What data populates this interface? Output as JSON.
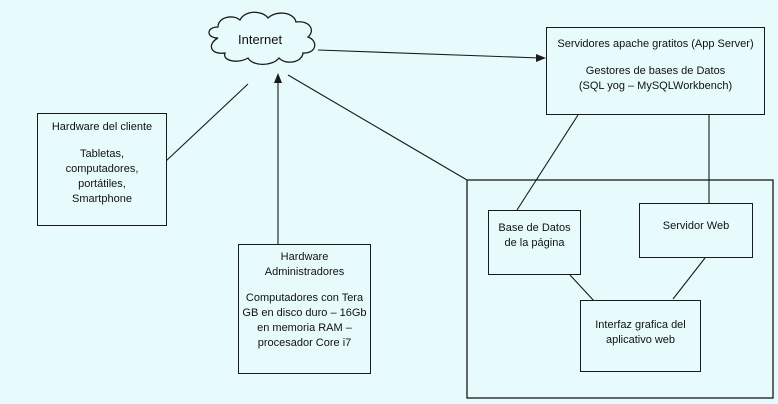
{
  "internet": {
    "label": "Internet"
  },
  "client": {
    "title": "Hardware del cliente",
    "lines": [
      "Tabletas,",
      "computadores,",
      "portátiles,",
      "Smartphone"
    ]
  },
  "servers": {
    "title": "Servidores apache gratitos (App Server)",
    "line1": "Gestores de bases de Datos",
    "line2": "(SQL yog – MySQLWorkbench)"
  },
  "admin": {
    "title1": "Hardware",
    "title2": "Administradores",
    "lines": [
      "Computadores  con Tera",
      "GB en disco duro – 16Gb",
      "en memoria RAM –",
      "procesador Core i7"
    ]
  },
  "database": {
    "line1": "Base de Datos",
    "line2": "de la página"
  },
  "webserver": {
    "label": "Servidor Web"
  },
  "interface": {
    "line1": "Interfaz grafica del",
    "line2": "aplicativo web"
  },
  "colors": {
    "background": "#e8fbfc",
    "stroke": "#1a1a1a"
  }
}
